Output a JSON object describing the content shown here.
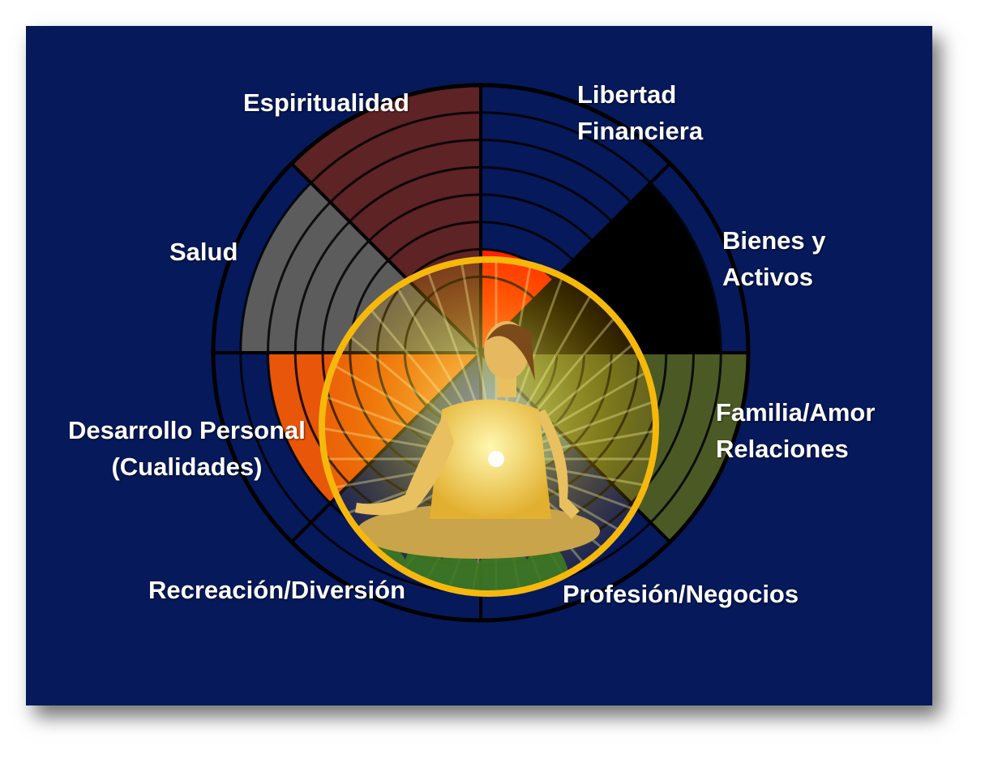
{
  "wheel": {
    "categories": [
      {
        "id": "libertad",
        "lines": [
          "Libertad",
          "Financiera"
        ],
        "level": 2,
        "color": "#ff2200"
      },
      {
        "id": "bienes",
        "lines": [
          "Bienes y",
          "Activos"
        ],
        "level": 7,
        "color": "#000000"
      },
      {
        "id": "familia",
        "lines": [
          "Familia/Amor",
          "Relaciones"
        ],
        "level": 8,
        "color": "#4b5a24"
      },
      {
        "id": "profesion",
        "lines": [
          "Profesión/Negocios"
        ],
        "level": 3,
        "color": "#3d5f7a"
      },
      {
        "id": "recreacion",
        "lines": [
          "Recreación/Diversión"
        ],
        "level": 0,
        "color": "#0d2f6a"
      },
      {
        "id": "desarrollo",
        "lines": [
          "Desarrollo Personal",
          "(Cualidades)"
        ],
        "level": 6,
        "color": "#e8560a"
      },
      {
        "id": "salud",
        "lines": [
          "Salud"
        ],
        "level": 7,
        "color": "#5c5c5c"
      },
      {
        "id": "espiritualidad",
        "lines": [
          "Espiritualidad"
        ],
        "level": 8,
        "color": "#5e2325"
      }
    ],
    "max_level": 8,
    "colors": {
      "background": "#06195a",
      "ring_line": "#000000",
      "center_ring": "#f6b80b",
      "center_glow": "#fff45a"
    },
    "center_image": "meditating-woman-illustration"
  }
}
